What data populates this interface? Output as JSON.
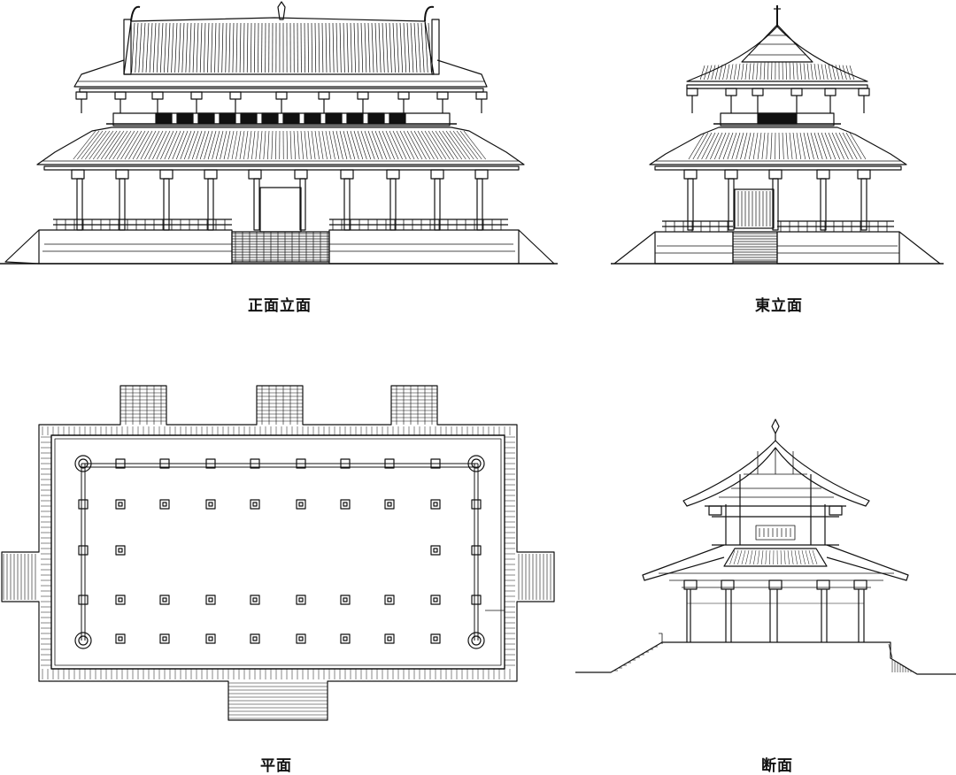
{
  "drawings": {
    "front_elevation": {
      "caption": "正面立面"
    },
    "east_elevation": {
      "caption": "東立面"
    },
    "plan": {
      "caption": "平面"
    },
    "section": {
      "caption": "断面"
    }
  },
  "colors": {
    "line": "#111111",
    "background": "#ffffff"
  }
}
